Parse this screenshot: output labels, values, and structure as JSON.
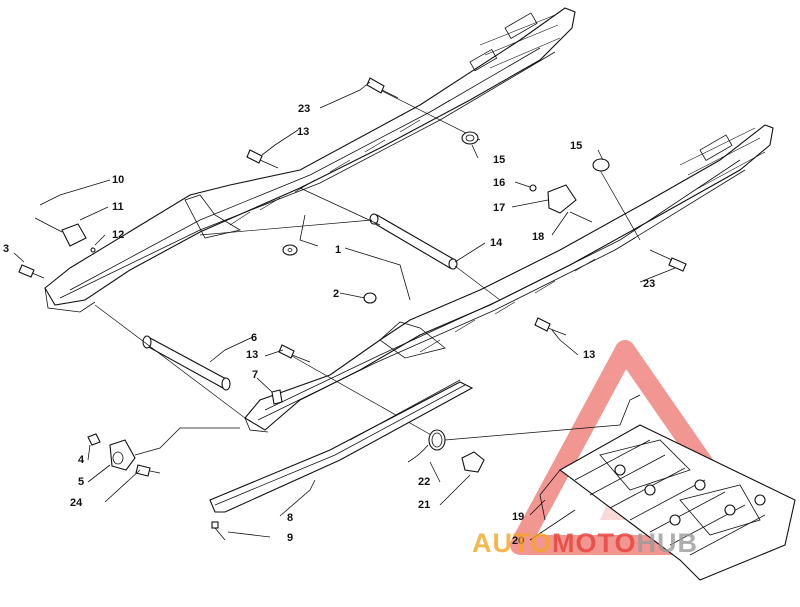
{
  "callouts": {
    "c1": "1",
    "c2": "2",
    "c3": "3",
    "c4": "4",
    "c5": "5",
    "c6": "6",
    "c7": "7",
    "c8": "8",
    "c9": "9",
    "c10": "10",
    "c11": "11",
    "c12": "12",
    "c13a": "13",
    "c13b": "13",
    "c13c": "13",
    "c14": "14",
    "c15a": "15",
    "c15b": "15",
    "c16": "16",
    "c17": "17",
    "c18": "18",
    "c19": "19",
    "c20": "20",
    "c21": "21",
    "c22": "22",
    "c23a": "23",
    "c23b": "23",
    "c24": "24"
  },
  "watermark": {
    "text_part1": "AUTO",
    "text_part2": "MOTO",
    "text_part3": "HUB",
    "color_orange": "#f5a623",
    "color_red": "#e8423a",
    "color_gray": "#9a9a9a"
  }
}
